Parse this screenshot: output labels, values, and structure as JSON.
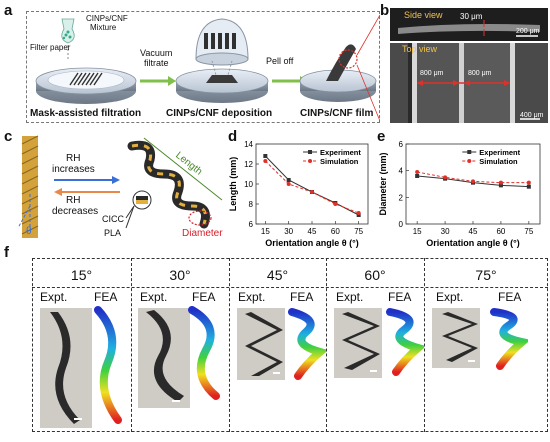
{
  "panel_labels": {
    "a": "a",
    "b": "b",
    "c": "c",
    "d": "d",
    "e": "e",
    "f": "f"
  },
  "panel_a": {
    "mixture_label_line1": "CINPs/CNF",
    "mixture_label_line2": "Mixture",
    "filter_paper": "Filter paper",
    "arrow1_line1": "Vacuum",
    "arrow1_line2": "filtrate",
    "arrow2": "Pell off",
    "step1": "Mask-assisted filtration",
    "step2": "CINPs/CNF deposition",
    "step3": "CINPs/CNF film"
  },
  "panel_b": {
    "side_view": "Side view",
    "top_view": "Top view",
    "thickness": "30 μm",
    "scale_top": "200 μm",
    "width1": "800 μm",
    "width2": "800 μm",
    "scale_bottom": "400 μm"
  },
  "panel_c": {
    "rh_inc_line1": "RH",
    "rh_inc_line2": "increases",
    "rh_dec_line1": "RH",
    "rh_dec_line2": "decreases",
    "theta": "θ",
    "length": "Length",
    "diameter": "Diameter",
    "cicc": "CICC",
    "pla": "PLA"
  },
  "colors": {
    "experiment": "#333333",
    "simulation": "#e0302a",
    "arrow_green": "#7fbf4a",
    "arrow_blue": "#3a6fd8",
    "arrow_orange": "#e8894a",
    "length_green": "#4a8a2a",
    "diameter_red": "#d8202a"
  },
  "chart_data": [
    {
      "type": "line",
      "panel": "d",
      "x": [
        15,
        30,
        45,
        60,
        75
      ],
      "series": [
        {
          "name": "Experiment",
          "values": [
            12.8,
            10.4,
            9.2,
            8.1,
            6.9
          ]
        },
        {
          "name": "Simulation",
          "values": [
            12.3,
            10.0,
            9.2,
            8.0,
            7.1
          ]
        }
      ],
      "xlabel": "Orientation angle θ (°)",
      "ylabel": "Length (mm)",
      "xticks": [
        15,
        30,
        45,
        60,
        75
      ],
      "yticks": [
        6,
        8,
        10,
        12,
        14
      ],
      "xlim": [
        9,
        81
      ],
      "ylim": [
        6,
        14
      ],
      "legend": "top-right"
    },
    {
      "type": "line",
      "panel": "e",
      "x": [
        15,
        30,
        45,
        60,
        75
      ],
      "series": [
        {
          "name": "Experiment",
          "values": [
            3.6,
            3.4,
            3.1,
            2.9,
            2.8
          ]
        },
        {
          "name": "Simulation",
          "values": [
            3.9,
            3.5,
            3.2,
            3.1,
            3.1
          ]
        }
      ],
      "xlabel": "Orientation angle θ (°)",
      "ylabel": "Diameter (mm)",
      "xticks": [
        15,
        30,
        45,
        60,
        75
      ],
      "yticks": [
        0,
        2,
        4,
        6
      ],
      "xlim": [
        9,
        81
      ],
      "ylim": [
        0,
        6
      ],
      "legend": "top-right"
    }
  ],
  "panel_f": {
    "angles": [
      "15°",
      "30°",
      "45°",
      "60°",
      "75°"
    ],
    "expt": "Expt.",
    "fea": "FEA"
  }
}
